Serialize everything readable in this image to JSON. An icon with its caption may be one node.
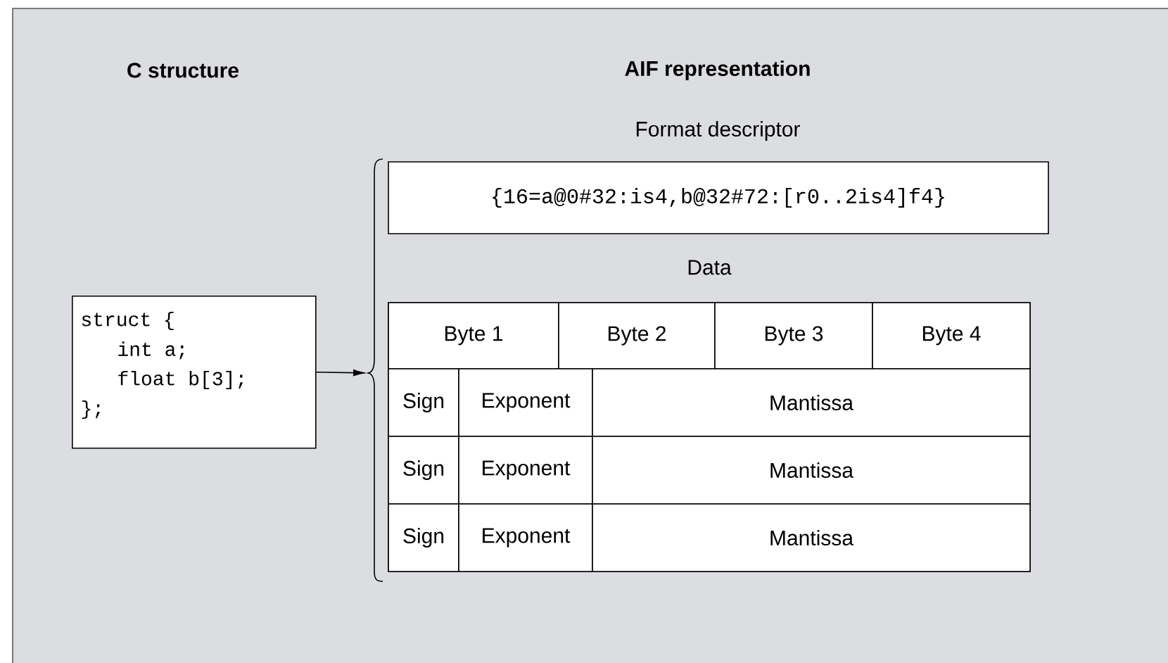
{
  "diagram": {
    "nodes": [
      {
        "text": [
          "struct {",
          "int a;",
          "float b[3];",
          "};"
        ]
      },
      {
        "text": [],
        "shape": "brace"
      },
      {
        "text": [
          "Format descriptor",
          "{16=a@0#32:is4,b@32#72:[r0..2is4]f4}"
        ]
      },
      {
        "text": [
          "Data"
        ]
      }
    ],
    "edges": [
      {
        "from": 0,
        "to": 1,
        "arrow": "to"
      }
    ],
    "labels": [
      "C structure",
      "AIF representation",
      "Byte 1",
      "Byte 2",
      "Byte 3",
      "Byte 4",
      "Sign",
      "Exponent",
      "Mantissa",
      "Sign",
      "Exponent",
      "Mantissa",
      "Sign",
      "Exponent",
      "Mantissa"
    ]
  }
}
